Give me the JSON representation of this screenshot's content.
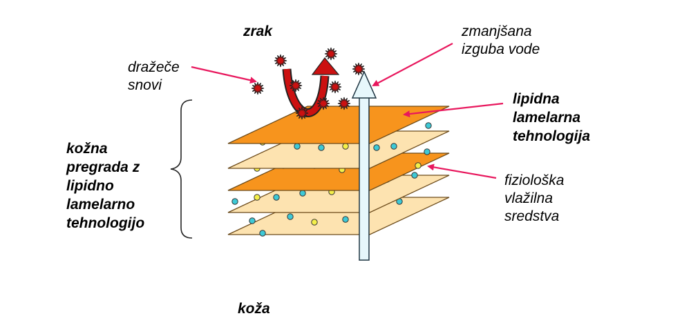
{
  "labels": {
    "top": "zrak",
    "bottom": "koža",
    "irritants": [
      "dražeče",
      "snovi"
    ],
    "water_loss": [
      "zmanjšana",
      "izguba vode"
    ],
    "lipid_tech": [
      "lipidna",
      "lamelarna",
      "tehnologija"
    ],
    "moisturizers": [
      "fiziološka",
      "vlažilna",
      "sredstva"
    ],
    "barrier": [
      "kožna",
      "pregrada z",
      "lipidno",
      "lamelarno",
      "tehnologijo"
    ]
  },
  "colors": {
    "dark_layer": "#f7941d",
    "light_layer": "#fde3b0",
    "layer_edge": "#6b4a1a",
    "pointer": "#e8175d",
    "irritant": "#cc1111",
    "cyan_dot": "#3ec9d6",
    "yellow_dot": "#f4ef4a",
    "water_arrow": "#e6f7fb",
    "water_arrow_edge": "#1c3340"
  }
}
